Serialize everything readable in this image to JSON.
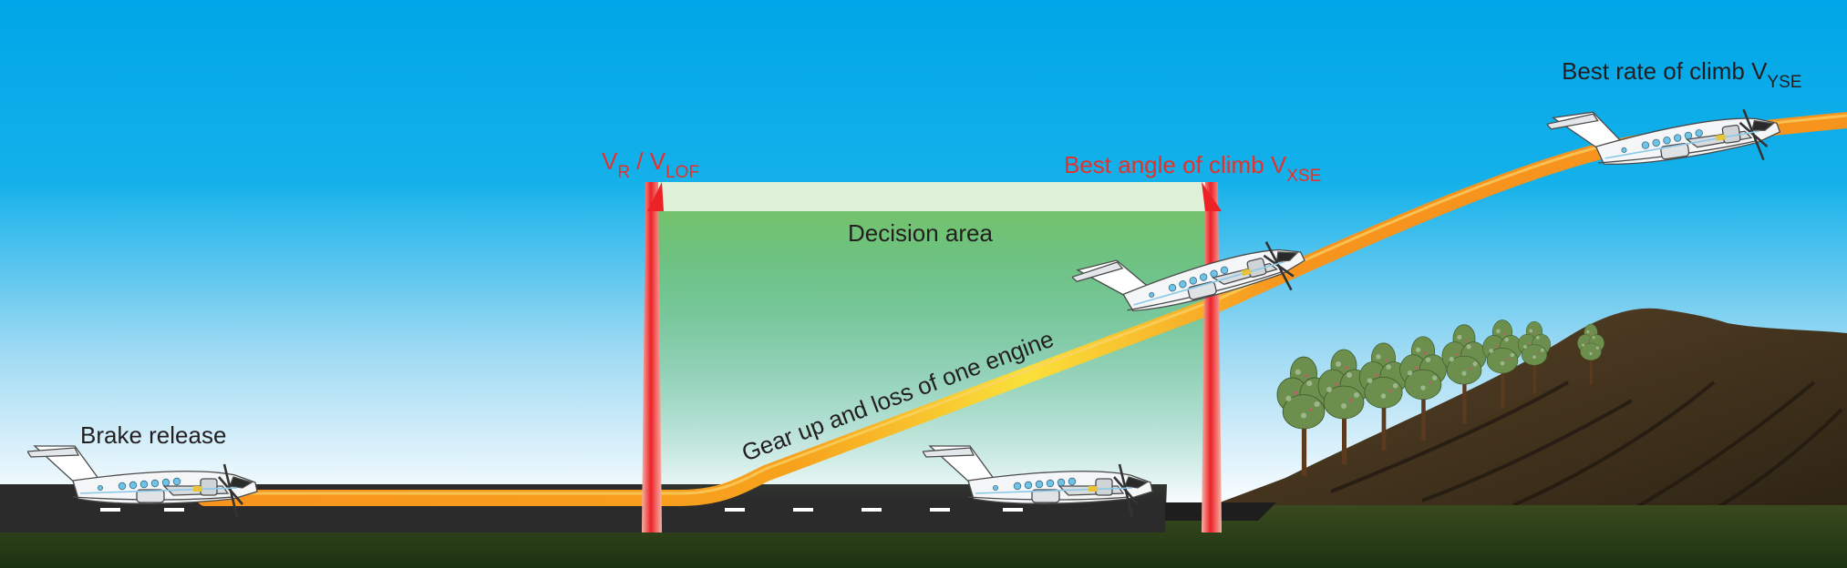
{
  "labels": {
    "brake_release": "Brake release",
    "vr_main": "V",
    "vr_sub": "R",
    "vr_sep": " / V",
    "vlof_sub": "LOF",
    "decision_area": "Decision area",
    "gear_up": "Gear up and loss of one engine",
    "best_angle_main": "Best angle of climb V",
    "best_angle_sub": "XSE",
    "best_rate_main": "Best rate of climb V",
    "best_rate_sub": "YSE"
  },
  "colors": {
    "sky_top": "#00a6e8",
    "sky_bottom": "#ffffff",
    "runway": "#2b2b2b",
    "ground": "#24391b",
    "flight_path_orange": "#f7941d",
    "flight_path_yellow": "#f9e03a",
    "decision_green": "#74c26c",
    "marker_red": "#ec2227",
    "hill_brown": "#4b3a22",
    "label_red": "#e4322b",
    "label_dark": "#231f20"
  },
  "icons": [
    "airplane-brake-release-icon",
    "airplane-ground-roll-icon",
    "airplane-climb-icon",
    "airplane-best-rate-icon",
    "tree-icon"
  ]
}
